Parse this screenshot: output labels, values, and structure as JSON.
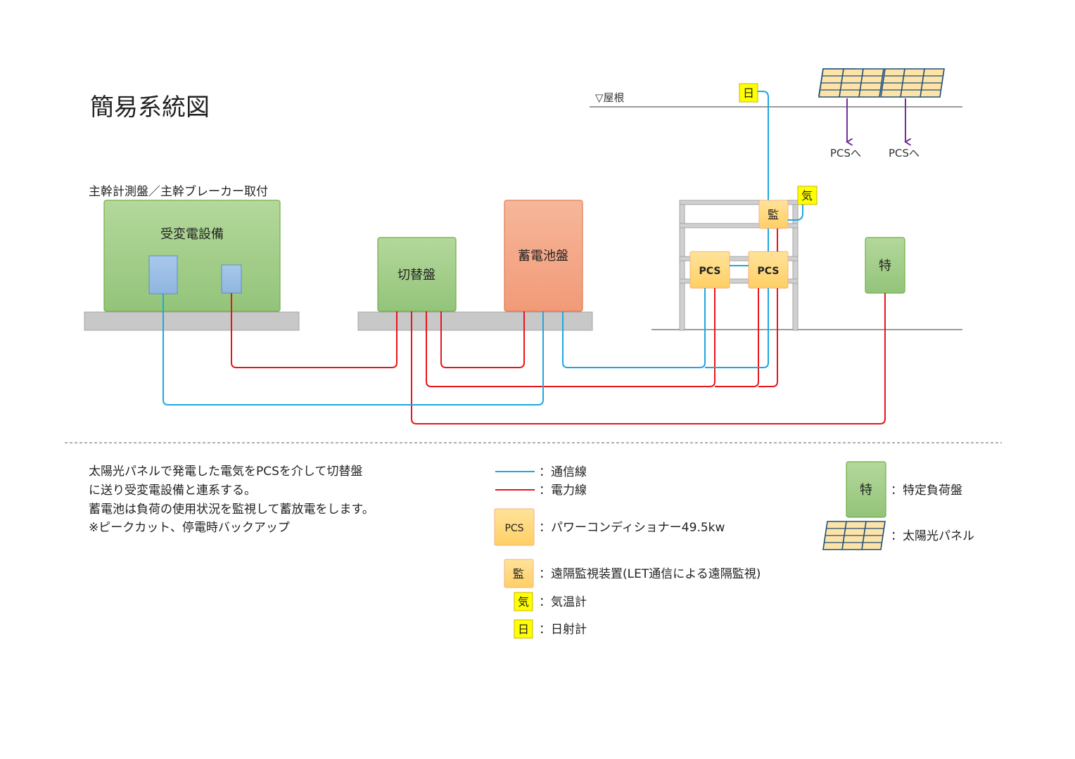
{
  "title": "簡易系統図",
  "roof_label": "▽屋根",
  "main_panel_caption": "主幹計測盤／主幹ブレーカー取付",
  "boxes": {
    "substation": "受変電設備",
    "switchboard": "切替盤",
    "battery": "蓄電池盤",
    "pcs1": "PCS",
    "pcs2": "PCS",
    "monitor": "監",
    "weather": "気",
    "irradiance": "日",
    "specific_load": "特"
  },
  "to_pcs_labels": [
    "PCSへ",
    "PCSへ"
  ],
  "description": [
    "太陽光パネルで発電した電気をPCSを介して切替盤",
    "に送り受変電設備と連系する。",
    "蓄電池は負荷の使用状況を監視して蓄放電をします。",
    "※ピークカット、停電時バックアップ"
  ],
  "legend": {
    "comm_line": "：通信線",
    "power_line": "：電力線",
    "pcs_icon": "PCS",
    "pcs_desc": "：パワーコンディショナー49.5kw",
    "monitor_icon": "監",
    "monitor_desc": "：遠隔監視装置(LET通信による遠隔監視)",
    "weather_icon": "気",
    "weather_desc": "：気温計",
    "irradiance_icon": "日",
    "irradiance_desc": "：日射計",
    "specific_icon": "特",
    "specific_desc": "：特定負荷盤",
    "solar_desc": "：太陽光パネル"
  },
  "colors": {
    "comm": "#1fa7e0",
    "power": "#e8141b",
    "green_fill": "#a9d18e",
    "green_stroke": "#70ad47",
    "orange_fill": "#f4a582",
    "pcs_fill": "#ffd966",
    "yellow": "#ffff00",
    "blue_fill": "#9dc3e6",
    "grey_base": "#c8c8c8",
    "arrow": "#7030a0"
  }
}
